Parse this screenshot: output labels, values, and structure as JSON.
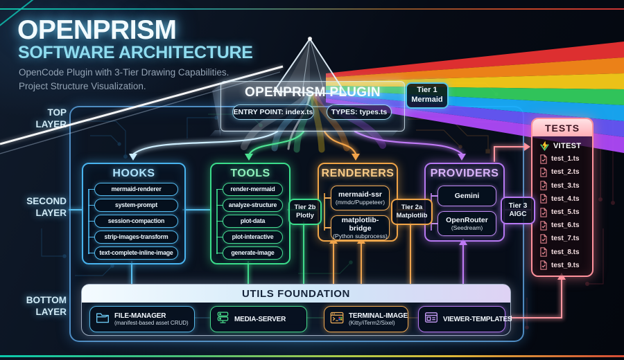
{
  "header": {
    "title": "OPENPRISM",
    "subtitle": "SOFTWARE ARCHITECTURE",
    "description_line1": "OpenCode Plugin with 3-Tier Drawing Capabilities.",
    "description_line2": "Project Structure Visualization."
  },
  "layer_labels": {
    "top": "TOP\nLAYER",
    "second": "SECOND\nLAYER",
    "bottom": "BOTTOM\nLAYER"
  },
  "plugin": {
    "title": "OPENPRISM PLUGIN",
    "entry": "ENTRY POINT: index.ts",
    "types": "TYPES: types.ts"
  },
  "tier_badges": {
    "tier1": {
      "line1": "Tier 1",
      "line2": "Mermaid"
    },
    "tier2b": {
      "line1": "Tier 2b",
      "line2": "Plotly"
    },
    "tier2a": {
      "line1": "Tier 2a",
      "line2": "Matplotlib"
    },
    "tier3": {
      "line1": "Tier 3",
      "line2": "AIGC"
    }
  },
  "boxes": {
    "hooks": {
      "title": "HOOKS",
      "items": [
        "mermaid-renderer",
        "system-prompt",
        "session-compaction",
        "strip-images-transform",
        "text-complete-inline-image"
      ]
    },
    "tools": {
      "title": "TOOLS",
      "items": [
        "render-mermaid",
        "analyze-structure",
        "plot-data",
        "plot-interactive",
        "generate-image"
      ]
    },
    "renderers": {
      "title": "RENDERERS",
      "items": [
        {
          "name": "mermaid-ssr",
          "sub": "(mmdc/Puppeteer)"
        },
        {
          "name": "matplotlib-bridge",
          "sub": "(Python subprocess)"
        }
      ]
    },
    "providers": {
      "title": "PROVIDERS",
      "items": [
        {
          "name": "Gemini",
          "sub": ""
        },
        {
          "name": "OpenRouter",
          "sub": "(Seedream)"
        }
      ]
    }
  },
  "tests": {
    "title": "TESTS",
    "runner": "VITEST",
    "runner_icon": "vitest-icon",
    "file_icon": "test-file-icon",
    "files": [
      "test_1.ts",
      "test_2.ts",
      "test_3.ts",
      "test_4.ts",
      "test_5.ts",
      "test_6.ts",
      "test_7.ts",
      "test_8.ts",
      "test_9.ts"
    ]
  },
  "utils": {
    "title": "UTILS FOUNDATION",
    "items": [
      {
        "name": "FILE-MANAGER",
        "sub": "(manifest-based asset CRUD)",
        "icon": "folder-icon"
      },
      {
        "name": "MEDIA-SERVER",
        "sub": "",
        "icon": "server-icon"
      },
      {
        "name": "TERMINAL-IMAGE",
        "sub": "(Kitty/iTerm2/Sixel)",
        "icon": "terminal-icon"
      },
      {
        "name": "VIEWER-TEMPLATES",
        "sub": "",
        "icon": "layout-icon"
      }
    ]
  },
  "colors": {
    "hooks": "#49b4ef",
    "tools": "#3bdd8b",
    "renderers": "#f0a447",
    "providers": "#b678f2",
    "tests": "#ff929c",
    "frame": "#5ca2de",
    "accent_cyan": "#8fdcef"
  }
}
